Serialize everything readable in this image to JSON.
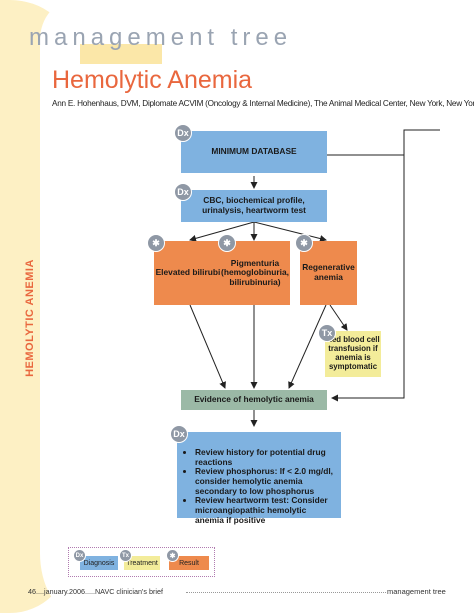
{
  "header": {
    "section_title": "management tree",
    "title": "Hemolytic Anemia",
    "byline": "Ann E. Hohenhaus, DVM, Diplomate ACVIM (Oncology & Internal Medicine), The Animal Medical Center, New York, New York",
    "side_label": "HEMOLYTIC ANEMIA"
  },
  "flowchart": {
    "minimum_database": "MINIMUM DATABASE",
    "tests": "CBC, biochemical profile, urinalysis, heartworm test",
    "elevated_bilirubin": "Elevated bilirubin",
    "pigmenturia": "Pigmenturia (hemoglobinuria, bilirubinuria)",
    "regenerative_anemia": "Regenerative anemia",
    "transfusion": "Red blood cell transfusion if anemia is symptomatic",
    "evidence": "Evidence of hemolytic anemia",
    "review_items": [
      "Review history for potential drug reactions",
      "Review phosphorus: If < 2.0 mg/dl, consider hemolytic anemia secondary to low phosphorus",
      "Review heartworm test: Consider microangiopathic hemolytic anemia if positive"
    ],
    "badges": {
      "dx": "Dx",
      "tx": "Tx",
      "result": "✱"
    }
  },
  "legend": {
    "diagnosis": "Diagnosis",
    "treatment": "Treatment",
    "result": "Result"
  },
  "footer": {
    "left": "46....january.2006.....NAVC clinician's brief",
    "right": "management tree"
  },
  "colors": {
    "diagnosis": "#7fb2e0",
    "treatment": "#f3ec9a",
    "result": "#ee8a4d",
    "title": "#e9673e",
    "sidebar": "#fdf0c4"
  }
}
